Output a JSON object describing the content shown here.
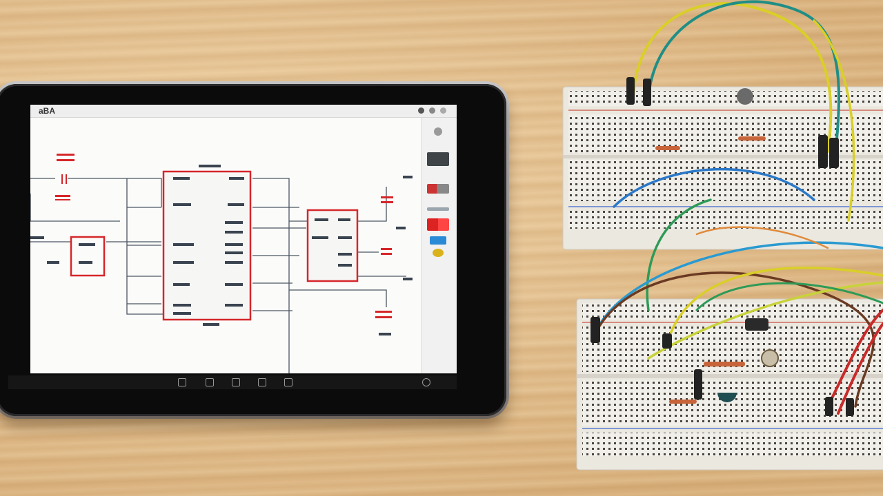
{
  "app": {
    "title": "aBA"
  },
  "schematic": {
    "components": [
      {
        "name": "capacitor-1",
        "kind": "capacitor"
      },
      {
        "name": "capacitor-2",
        "kind": "capacitor"
      },
      {
        "name": "ic-small-left",
        "kind": "ic"
      },
      {
        "name": "ic-main",
        "kind": "ic"
      },
      {
        "name": "ic-right",
        "kind": "ic"
      },
      {
        "name": "capacitor-right-1",
        "kind": "capacitor"
      },
      {
        "name": "capacitor-right-2",
        "kind": "capacitor"
      },
      {
        "name": "capacitor-right-3",
        "kind": "capacitor"
      }
    ],
    "accent_color": "#d6262a",
    "wire_color": "#4a5560"
  },
  "palette": {
    "icons": [
      "circle-icon",
      "component-icon",
      "flag-icon",
      "red-part-icon",
      "blue-part-icon",
      "yellow-part-icon"
    ]
  },
  "toolbar": {
    "icons": [
      "tool-1-icon",
      "tool-2-icon",
      "tool-3-icon",
      "tool-4-icon",
      "tool-5-icon"
    ]
  },
  "colors": {
    "desk": "#e6bf8b",
    "bezel": "#0b0b0c",
    "breadboard": "#f1efe9",
    "wire_green": "#2e9a57",
    "wire_yellow": "#d9cf28",
    "wire_blue": "#2a78c8",
    "wire_red": "#c92a2a"
  }
}
